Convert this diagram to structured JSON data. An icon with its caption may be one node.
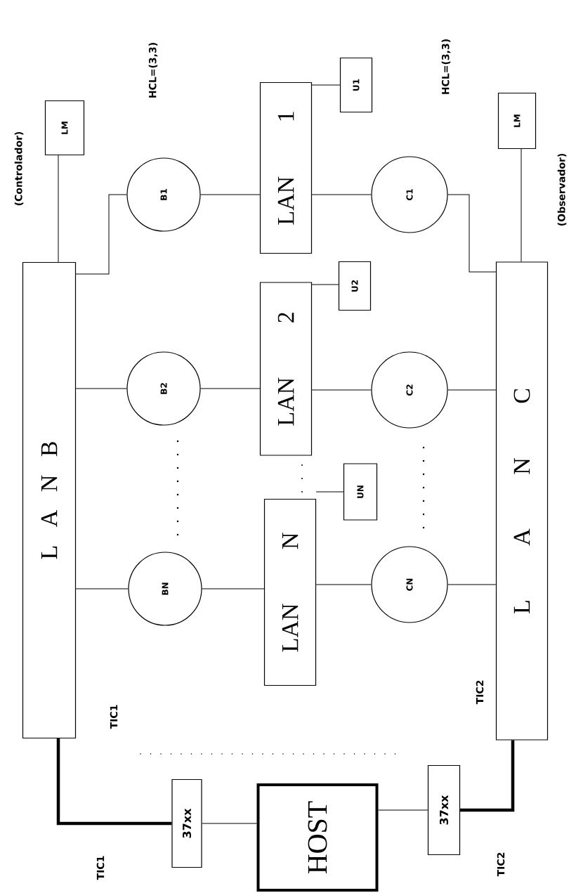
{
  "diagram": {
    "nodes": [
      {
        "text": [
          "L A N B"
        ]
      },
      {
        "text": [
          "LM"
        ]
      },
      {
        "text": [
          "B1"
        ]
      },
      {
        "text": [
          "B2"
        ]
      },
      {
        "text": [
          "BN"
        ]
      },
      {
        "text": [
          "LAN 1"
        ]
      },
      {
        "text": [
          "LAN 2"
        ]
      },
      {
        "text": [
          "LAN N"
        ]
      },
      {
        "text": [
          "U1"
        ]
      },
      {
        "text": [
          "U2"
        ]
      },
      {
        "text": [
          "UN"
        ]
      },
      {
        "text": [
          "C1"
        ]
      },
      {
        "text": [
          "C2"
        ]
      },
      {
        "text": [
          "CN"
        ]
      },
      {
        "text": [
          "L A N C"
        ]
      },
      {
        "text": [
          "LM"
        ]
      },
      {
        "text": [
          "HOST"
        ]
      },
      {
        "text": [
          "37xx"
        ]
      },
      {
        "text": [
          "37xx"
        ]
      }
    ],
    "edges": [
      {
        "from": 1,
        "to": 0,
        "arrow": "none"
      },
      {
        "from": 0,
        "to": 2,
        "arrow": "none"
      },
      {
        "from": 2,
        "to": 5,
        "arrow": "none"
      },
      {
        "from": 5,
        "to": 8,
        "arrow": "none"
      },
      {
        "from": 5,
        "to": 11,
        "arrow": "none"
      },
      {
        "from": 11,
        "to": 14,
        "arrow": "none"
      },
      {
        "from": 0,
        "to": 3,
        "arrow": "none"
      },
      {
        "from": 3,
        "to": 6,
        "arrow": "none"
      },
      {
        "from": 6,
        "to": 9,
        "arrow": "none"
      },
      {
        "from": 6,
        "to": 12,
        "arrow": "none"
      },
      {
        "from": 12,
        "to": 14,
        "arrow": "none"
      },
      {
        "from": 0,
        "to": 4,
        "arrow": "none"
      },
      {
        "from": 4,
        "to": 7,
        "arrow": "none"
      },
      {
        "from": 7,
        "to": 10,
        "arrow": "none"
      },
      {
        "from": 7,
        "to": 13,
        "arrow": "none"
      },
      {
        "from": 13,
        "to": 14,
        "arrow": "none"
      },
      {
        "from": 15,
        "to": 14,
        "arrow": "none"
      },
      {
        "from": 0,
        "to": 17,
        "arrow": "none",
        "style": "thick"
      },
      {
        "from": 17,
        "to": 16,
        "arrow": "none"
      },
      {
        "from": 16,
        "to": 18,
        "arrow": "none"
      },
      {
        "from": 18,
        "to": 14,
        "arrow": "none",
        "style": "thick"
      }
    ],
    "labels": [
      "(Controlador)",
      "HCL=(3,3)",
      "HCL=(3,3)",
      "(Observador)",
      "TIC1",
      "TIC1",
      "TIC2",
      "TIC2"
    ]
  }
}
